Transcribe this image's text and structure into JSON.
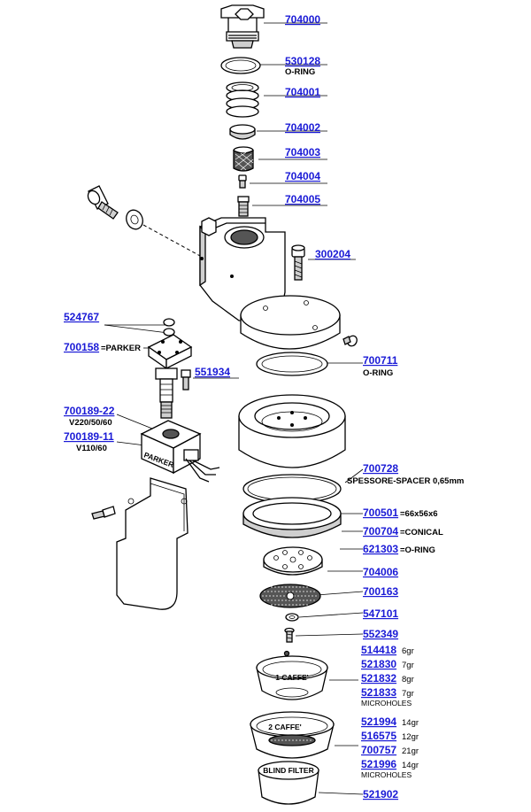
{
  "parts": {
    "p704000": "704000",
    "p530128": "530128",
    "p530128_note": "O-RING",
    "p704001": "704001",
    "p704002": "704002",
    "p704003": "704003",
    "p704004": "704004",
    "p704005": "704005",
    "p300204": "300204",
    "p524767": "524767",
    "p700158": "700158",
    "p700158_note": "=PARKER",
    "p551934": "551934",
    "p700189_22": "700189-22",
    "p700189_22_note": "V220/50/60",
    "p700189_11": "700189-11",
    "p700189_11_note": "V110/60",
    "p700711": "700711",
    "p700711_note": "O-RING",
    "p700728": "700728",
    "p700728_note": "SPESSORE-SPACER 0,65mm",
    "p700501": "700501",
    "p700501_note": "=66x56x6",
    "p700704": "700704",
    "p700704_note": "=CONICAL",
    "p621303": "621303",
    "p621303_note": "=O-RING",
    "p704006": "704006",
    "p700163": "700163",
    "p547101": "547101",
    "p552349": "552349",
    "p514418": "514418",
    "p514418_note": "6gr",
    "p521830": "521830",
    "p521830_note": "7gr",
    "p521832": "521832",
    "p521832_note": "8gr",
    "p521833": "521833",
    "p521833_note": "7gr",
    "p521833_sub": "MICROHOLES",
    "p521994": "521994",
    "p521994_note": "14gr",
    "p516575": "516575",
    "p516575_note": "12gr",
    "p700757": "700757",
    "p700757_note": "21gr",
    "p521996": "521996",
    "p521996_note": "14gr",
    "p521996_sub": "MICROHOLES",
    "p521902": "521902"
  },
  "labels": {
    "parker": "PARKER",
    "one_caffe": "1 CAFFE'",
    "two_caffe": "2 CAFFE'",
    "blind_filter": "BLIND FILTER"
  }
}
